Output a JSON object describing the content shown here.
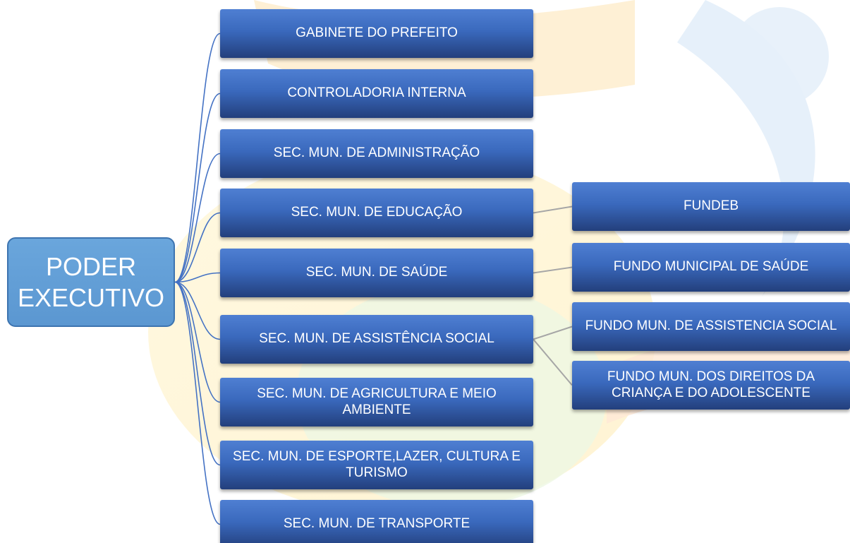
{
  "root": {
    "label": "PODER EXECUTIVO"
  },
  "secretarias": [
    {
      "label": "GABINETE DO PREFEITO"
    },
    {
      "label": "CONTROLADORIA INTERNA"
    },
    {
      "label": "SEC. MUN. DE ADMINISTRAÇÃO"
    },
    {
      "label": "SEC. MUN. DE EDUCAÇÃO"
    },
    {
      "label": "SEC. MUN. DE SAÚDE"
    },
    {
      "label": "SEC. MUN. DE ASSISTÊNCIA SOCIAL"
    },
    {
      "label": "SEC. MUN. DE AGRICULTURA E MEIO AMBIENTE"
    },
    {
      "label": "SEC. MUN. DE ESPORTE,LAZER, CULTURA E TURISMO"
    },
    {
      "label": "SEC. MUN. DE TRANSPORTE"
    }
  ],
  "fundos": [
    {
      "label": "FUNDEB",
      "parent": 3
    },
    {
      "label": "FUNDO MUNICIPAL DE SAÚDE",
      "parent": 4
    },
    {
      "label": "FUNDO MUN. DE ASSISTENCIA SOCIAL",
      "parent": 5
    },
    {
      "label": "FUNDO MUN. DOS DIREITOS DA CRIANÇA E DO ADOLESCENTE",
      "parent": 5
    }
  ],
  "colors": {
    "node_top": "#4f7fd2",
    "node_bottom": "#233f7c",
    "root_fill": "#5b97d1",
    "root_border": "#3d74b0",
    "left_connector": "#4472c4",
    "right_connector": "#a6a6a6"
  }
}
